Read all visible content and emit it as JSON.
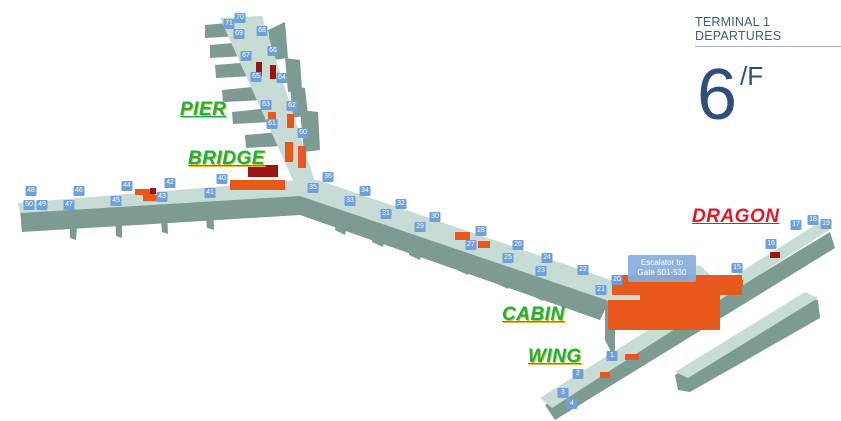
{
  "header": {
    "terminal": "TERMINAL 1",
    "mode": "DEPARTURES",
    "floor_number": "6",
    "floor_suffix": "/F"
  },
  "zones": {
    "pier": "PIER",
    "bridge": "BRIDGE",
    "cabin": "CABIN",
    "wing": "WING",
    "dragon": "DRAGON"
  },
  "tooltip": {
    "line1": "Escalator to",
    "line2": "Gate 501-530"
  },
  "gates": [
    "71",
    "70",
    "69",
    "68",
    "67",
    "66",
    "65",
    "64",
    "63",
    "62",
    "61",
    "60",
    "36",
    "35",
    "34",
    "33",
    "32",
    "31",
    "30",
    "29",
    "28",
    "27",
    "26",
    "25",
    "24",
    "23",
    "22",
    "21",
    "20",
    "1",
    "2",
    "3",
    "4",
    "15",
    "16",
    "17",
    "18",
    "19",
    "40",
    "41",
    "42",
    "43",
    "44",
    "45",
    "46",
    "47",
    "48",
    "49",
    "50"
  ],
  "colors": {
    "floor": "#c7dcd5",
    "wall": "#7d9a93",
    "shop": "#e8571c",
    "shop_dark": "#9a1414",
    "gate_badge": "#6fa0d8",
    "zone_green": "#1fae4a",
    "zone_red": "#e0192a"
  }
}
